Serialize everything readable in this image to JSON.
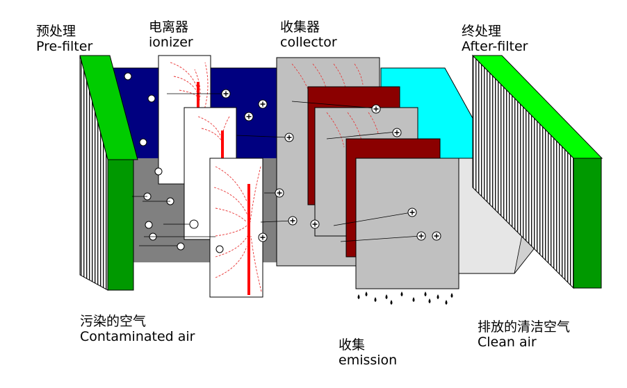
{
  "labels": {
    "prefilter": {
      "zh": "预处理",
      "en": "Pre-filter"
    },
    "ionizer": {
      "zh": "电离器",
      "en": "ionizer"
    },
    "collector": {
      "zh": "收集器",
      "en": "collector"
    },
    "afterfilter": {
      "zh": "终处理",
      "en": "After-filter"
    },
    "contaminated": {
      "zh": "污染的空气",
      "en": "Contaminated air"
    },
    "emission": {
      "zh": "收集",
      "en": "emission"
    },
    "clean": {
      "zh": "排放的清洁空气",
      "en": "Clean air"
    }
  },
  "colors": {
    "filter_green": "#00cc00",
    "filter_green_dark": "#009900",
    "dirty_air_blue": "#000080",
    "ionizer_wire": "#ff0000",
    "field_line": "#e83030",
    "collector_plate": "#c0c0c0",
    "collector_dark": "#8b0000",
    "clean_air_cyan": "#00ffff",
    "flow_gray": "#808080",
    "flow_light": "#e6e6e6"
  }
}
